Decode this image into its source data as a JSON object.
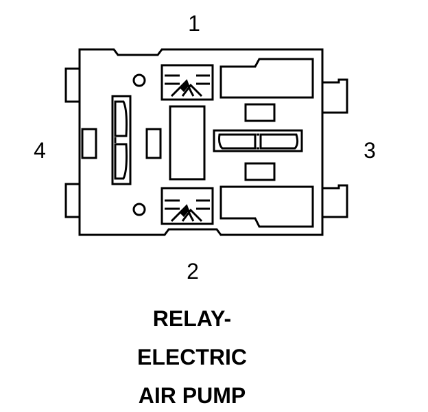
{
  "pins": {
    "pin_1": "1",
    "pin_2": "2",
    "pin_3": "3",
    "pin_4": "4"
  },
  "caption": {
    "line1": "RELAY-",
    "line2": "ELECTRIC",
    "line3": "AIR PUMP"
  },
  "colors": {
    "line": "#000000",
    "background": "#ffffff"
  }
}
